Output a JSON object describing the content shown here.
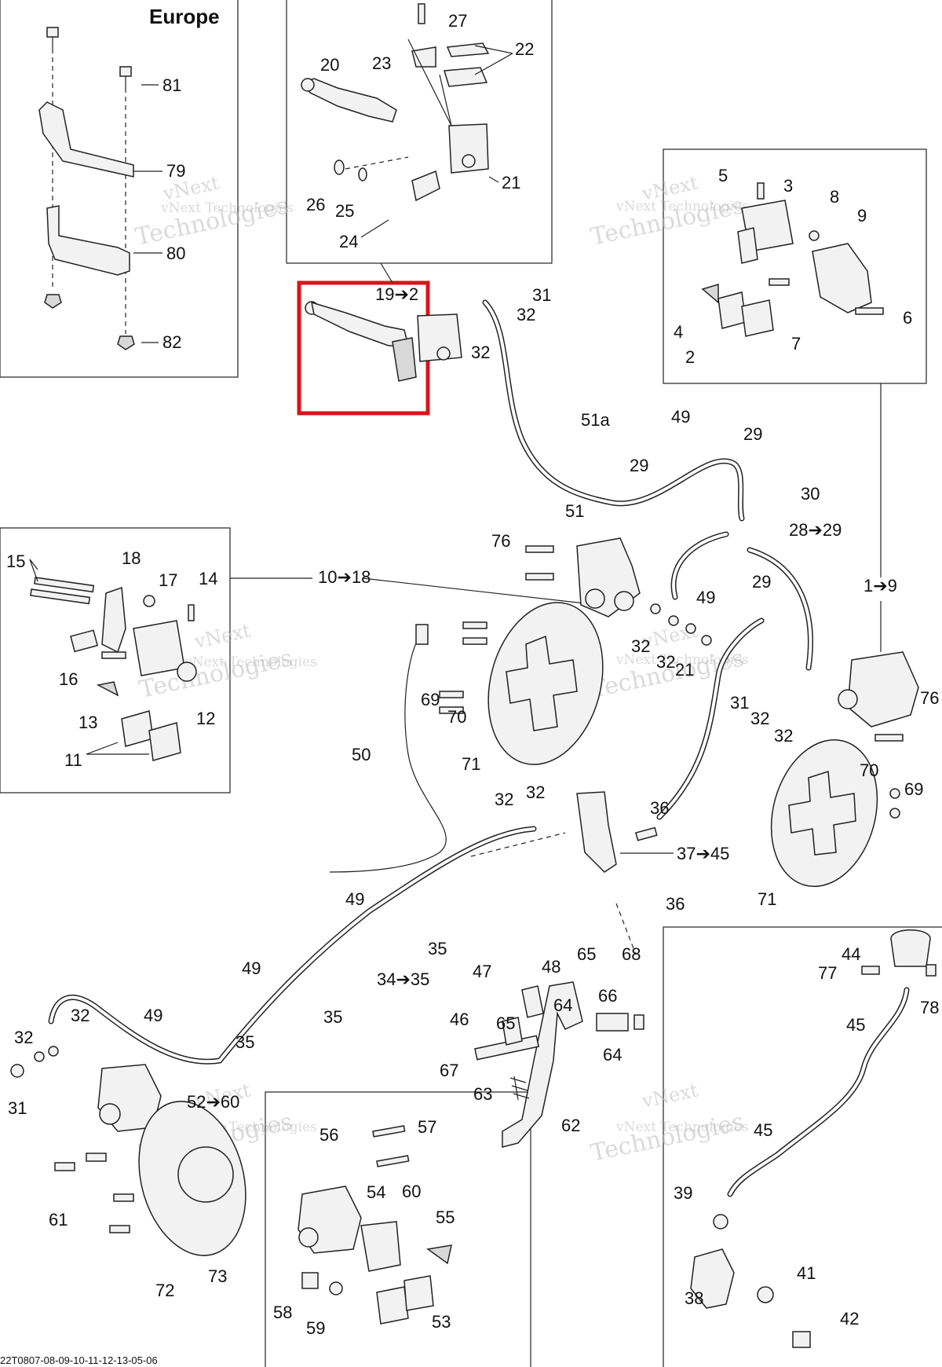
{
  "diagram": {
    "region_title": "Europe",
    "watermark": [
      "vNext",
      "vNext Technologies",
      "Technologies"
    ],
    "footer_code": "22T0807-08-09-10-11-12-13-05-06",
    "callouts": {
      "c81": "81",
      "c79": "79",
      "c80": "80",
      "c82": "82",
      "c20": "20",
      "c23": "23",
      "c27": "27",
      "c22": "22",
      "c21": "21",
      "c26": "26",
      "c25": "25",
      "c24": "24",
      "c19": "19➔2",
      "c31a": "31",
      "c32a": "32",
      "c32b": "32",
      "c5": "5",
      "c3": "3",
      "c8": "8",
      "c9": "9",
      "c4": "4",
      "c2": "2",
      "c7": "7",
      "c6": "6",
      "c51a": "51a",
      "c49a": "49",
      "c29a": "29",
      "c29b": "29",
      "c51": "51",
      "c30": "30",
      "c2829": "28➔29",
      "c76a": "76",
      "c1018": "10➔18",
      "c49b": "49",
      "c29c": "29",
      "c19b": "1➔9",
      "c32c": "32",
      "c32d": "32",
      "c21b": "21",
      "c15": "15",
      "c18": "18",
      "c17": "17",
      "c14": "14",
      "c16": "16",
      "c12": "12",
      "c13": "13",
      "c11": "11",
      "c31b": "31",
      "c32e": "32",
      "c32f": "32",
      "c76b": "76",
      "c69a": "69",
      "c70a": "70",
      "c71a": "71",
      "c50": "50",
      "c70b": "70",
      "c69b": "69",
      "c71b": "71",
      "c32g": "32",
      "c32h": "32",
      "c36a": "36",
      "c3745": "37➔45",
      "c36b": "36",
      "c49c": "49",
      "c35a": "35",
      "c49d": "49",
      "c3435": "34➔35",
      "c35b": "35",
      "c47": "47",
      "c48": "48",
      "c65a": "65",
      "c66": "66",
      "c68": "68",
      "c46": "46",
      "c64a": "64",
      "c65b": "65",
      "c64b": "64",
      "c67": "67",
      "c63": "63",
      "c62": "62",
      "c44": "44",
      "c77": "77",
      "c78": "78",
      "c45a": "45",
      "c45b": "45",
      "c39": "39",
      "c38": "38",
      "c41": "41",
      "c42": "42",
      "c32i": "32",
      "c32j": "32",
      "c31c": "31",
      "c49e": "49",
      "c35c": "35",
      "c5260": "52➔60",
      "c61": "61",
      "c73": "73",
      "c72": "72",
      "c56": "56",
      "c57": "57",
      "c54": "54",
      "c60": "60",
      "c55": "55",
      "c58": "58",
      "c59": "59",
      "c53": "53"
    }
  }
}
